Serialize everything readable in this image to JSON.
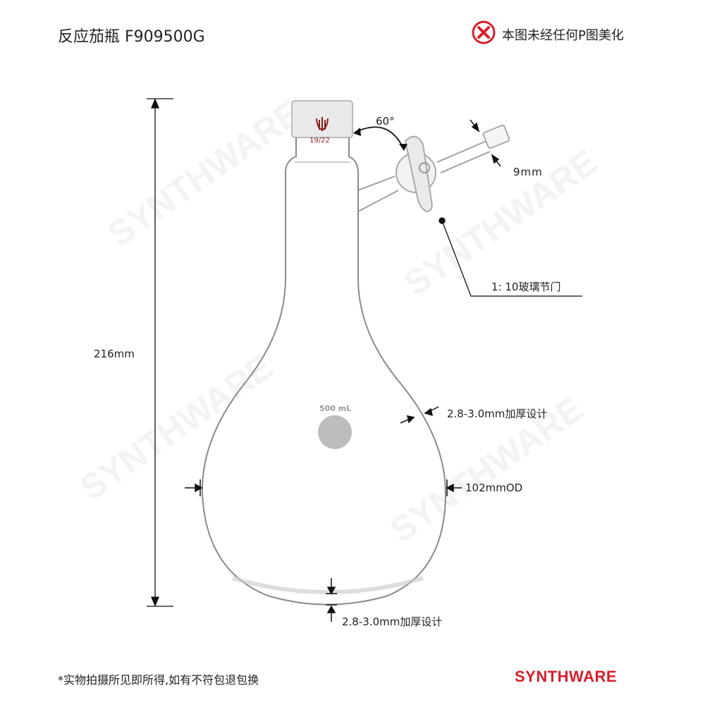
{
  "header": {
    "title": "反应茄瓶  F909500G",
    "notice": "本图未经任何P图美化",
    "notice_icon": "x-circle-icon",
    "notice_color": "#d81e2a"
  },
  "flask": {
    "joint_label": "19/22",
    "volume_label": "500 mL"
  },
  "annotations": {
    "height": "216mm",
    "angle": "60°",
    "hose_diameter": "9mm",
    "stopcock": "1: 10玻璃节门",
    "wall_side": "2.8-3.0mm加厚设计",
    "outer_diameter": "102mmOD",
    "wall_bottom": "2.8-3.0mm加厚设计"
  },
  "footer": {
    "note": "*实物拍摄所见即所得,如有不符包退包换",
    "brand": "SYNTHWARE",
    "brand_color": "#d81e2a"
  },
  "watermark": "SYNTHWARE"
}
